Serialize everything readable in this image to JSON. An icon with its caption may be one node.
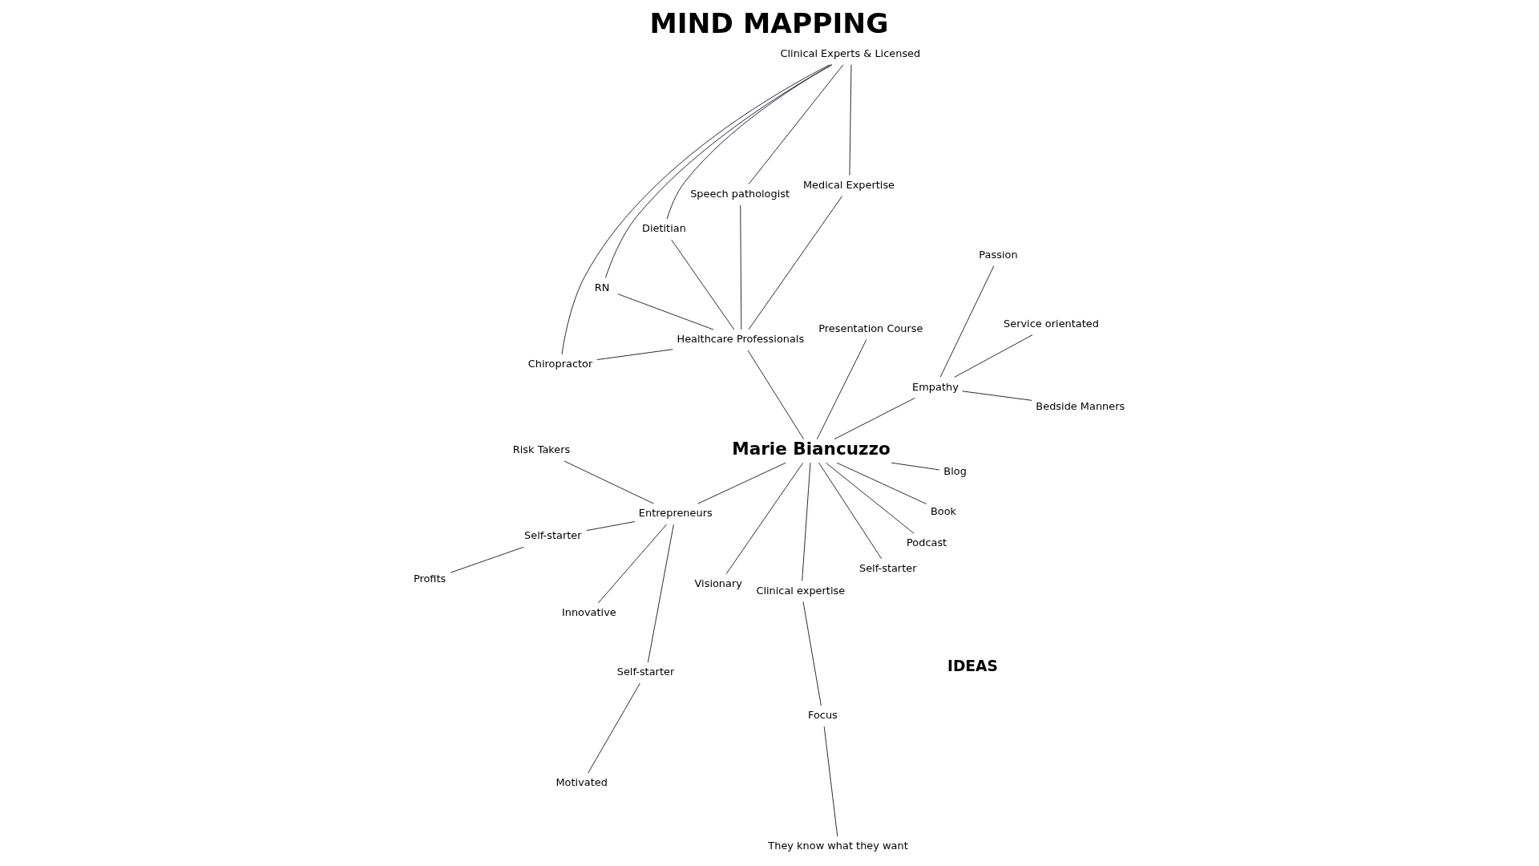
{
  "diagram": {
    "title": "MIND MAPPING",
    "nodes": [
      {
        "text": [
          "Marie Biancuzzo"
        ]
      },
      {
        "text": [
          "Entrepreneurs"
        ]
      },
      {
        "text": [
          "Risk Takers"
        ]
      },
      {
        "text": [
          "Self-starter"
        ]
      },
      {
        "text": [
          "Profits"
        ]
      },
      {
        "text": [
          "Innovative"
        ]
      },
      {
        "text": [
          "Self-starter"
        ]
      },
      {
        "text": [
          "Motivated"
        ]
      },
      {
        "text": [
          "Visionary"
        ]
      },
      {
        "text": [
          "Clinical expertise"
        ]
      },
      {
        "text": [
          "Focus"
        ]
      },
      {
        "text": [
          "They know what they want"
        ]
      },
      {
        "text": [
          "Self-starter"
        ]
      },
      {
        "text": [
          "Podcast"
        ]
      },
      {
        "text": [
          "Book"
        ]
      },
      {
        "text": [
          "Blog"
        ]
      },
      {
        "text": [
          "Empathy"
        ]
      },
      {
        "text": [
          "Bedside Manners"
        ]
      },
      {
        "text": [
          "Service orientated"
        ]
      },
      {
        "text": [
          "Passion"
        ]
      },
      {
        "text": [
          "Presentation Course"
        ]
      },
      {
        "text": [
          "Healthcare Professionals"
        ]
      },
      {
        "text": [
          "Medical Expertise"
        ]
      },
      {
        "text": [
          "Speech pathologist"
        ]
      },
      {
        "text": [
          "Dietitian"
        ]
      },
      {
        "text": [
          "RN"
        ]
      },
      {
        "text": [
          "Chiropractor"
        ]
      },
      {
        "text": [
          "Clinical Experts & Licensed"
        ]
      }
    ],
    "edges": [
      {
        "from": 1,
        "to": 0,
        "arrow": "none"
      },
      {
        "from": 2,
        "to": 1,
        "arrow": "none"
      },
      {
        "from": 3,
        "to": 1,
        "arrow": "none"
      },
      {
        "from": 4,
        "to": 3,
        "arrow": "none"
      },
      {
        "from": 5,
        "to": 1,
        "arrow": "none"
      },
      {
        "from": 6,
        "to": 1,
        "arrow": "none"
      },
      {
        "from": 7,
        "to": 6,
        "arrow": "none"
      },
      {
        "from": 8,
        "to": 0,
        "arrow": "none"
      },
      {
        "from": 9,
        "to": 0,
        "arrow": "none"
      },
      {
        "from": 10,
        "to": 9,
        "arrow": "none"
      },
      {
        "from": 11,
        "to": 10,
        "arrow": "none"
      },
      {
        "from": 12,
        "to": 0,
        "arrow": "none"
      },
      {
        "from": 13,
        "to": 0,
        "arrow": "none"
      },
      {
        "from": 14,
        "to": 0,
        "arrow": "none"
      },
      {
        "from": 15,
        "to": 0,
        "arrow": "none"
      },
      {
        "from": 0,
        "to": 16,
        "arrow": "none"
      },
      {
        "from": 16,
        "to": 17,
        "arrow": "none"
      },
      {
        "from": 16,
        "to": 18,
        "arrow": "none"
      },
      {
        "from": 16,
        "to": 19,
        "arrow": "none"
      },
      {
        "from": 0,
        "to": 20,
        "arrow": "none"
      },
      {
        "from": 0,
        "to": 21,
        "arrow": "none"
      },
      {
        "from": 21,
        "to": 22,
        "arrow": "none"
      },
      {
        "from": 21,
        "to": 23,
        "arrow": "none"
      },
      {
        "from": 21,
        "to": 24,
        "arrow": "none"
      },
      {
        "from": 21,
        "to": 25,
        "arrow": "none"
      },
      {
        "from": 21,
        "to": 26,
        "arrow": "none"
      },
      {
        "from": 23,
        "to": 27,
        "arrow": "none"
      },
      {
        "from": 24,
        "to": 27,
        "arrow": "none"
      },
      {
        "from": 25,
        "to": 27,
        "arrow": "none"
      },
      {
        "from": 26,
        "to": 27,
        "arrow": "none"
      },
      {
        "from": 22,
        "to": 27,
        "arrow": "none"
      }
    ],
    "labels": [
      "IDEAS"
    ]
  }
}
